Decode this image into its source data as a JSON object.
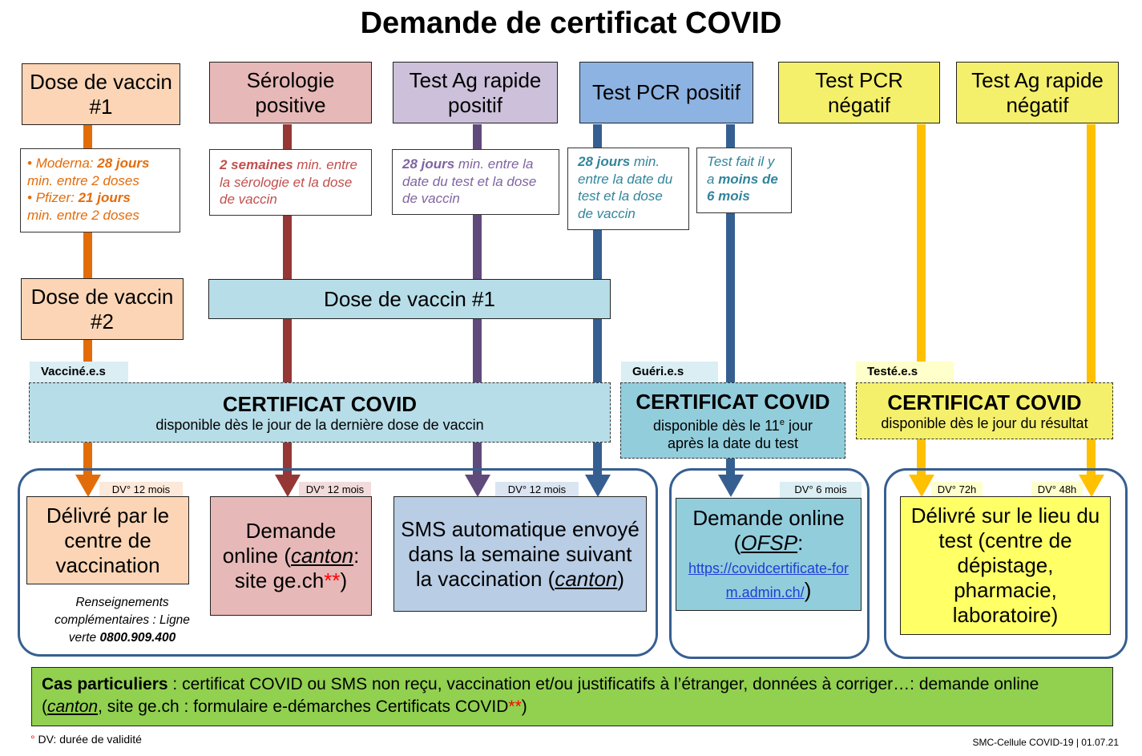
{
  "title": "Demande de certificat COVID",
  "top_boxes": {
    "dose1": "Dose de vaccin #1",
    "serologie": "Sérologie positive",
    "ag_pos": "Test Ag rapide positif",
    "pcr_pos": "Test PCR positif",
    "pcr_neg": "Test PCR négatif",
    "ag_neg": "Test Ag rapide négatif"
  },
  "notes": {
    "moderna_brand": "Moderna: ",
    "moderna_days": "28 jours",
    "moderna_rest": "min. entre 2 doses",
    "pfizer_brand": "Pfizer: ",
    "pfizer_days": "21 jours",
    "pfizer_rest": "min. entre 2 doses",
    "sero_bold": "2 semaines",
    "sero_rest": " min. entre la sérologie et la dose de vaccin",
    "ag_bold": "28 jours",
    "ag_rest": " min. entre la date du test et la dose de vaccin",
    "pcr_bold": "28 jours",
    "pcr_rest": " min. entre la date du test et la dose de vaccin",
    "pcr6_a": "Test fait il y a ",
    "pcr6_bold": "moins de 6 mois"
  },
  "mid_boxes": {
    "dose2": "Dose de vaccin #2",
    "dose1_wide": "Dose de vaccin #1"
  },
  "tags": {
    "vaccines": "Vacciné.e.s",
    "gueris": "Guéri.e.s",
    "testes": "Testé.e.s"
  },
  "certificates": {
    "vacc": {
      "heading": "CERTIFICAT COVID",
      "sub": "disponible dès le jour de la dernière dose de vaccin"
    },
    "gueri": {
      "heading": "CERTIFICAT COVID",
      "sub_a": "disponible dès le 11",
      "sup": "e",
      "sub_b": " jour",
      "sub_c": "après la date du test"
    },
    "teste": {
      "heading": "CERTIFICAT COVID",
      "sub": "disponible dès le jour du résultat"
    }
  },
  "validity": {
    "dv1": "DV° 12 mois",
    "dv2": "DV° 12 mois",
    "dv3": "DV° 12 mois",
    "dv4": "DV° 6 mois",
    "dv5": "DV° 72h",
    "dv6": "DV° 48h"
  },
  "results": {
    "centre": "Délivré par le centre de vaccination",
    "online_a": "Demande online (",
    "online_canton": "canton",
    "online_b": ": site ge.ch",
    "online_star": "**",
    "online_c": ")",
    "sms_a": "SMS automatique envoyé dans la semaine suivant la vaccination (",
    "sms_canton": "canton",
    "sms_b": ")",
    "ofsp_a": "Demande online (",
    "ofsp_name": "OFSP",
    "ofsp_colon": ":",
    "ofsp_link": "https://covidcertificate-form.admin.ch/",
    "ofsp_close": ")",
    "lieu": "Délivré sur le lieu du test (centre de dépistage, pharmacie, laboratoire)"
  },
  "renseignements": {
    "line1": "Renseignements",
    "line2": "complémentaires : Ligne",
    "line3_a": "verte ",
    "line3_num": "0800.909.400"
  },
  "bottom": {
    "bold": "Cas particuliers",
    "text_a": " : certificat COVID ou SMS non reçu, vaccination et/ou justificatifs à l’étranger, données à corriger…: demande online (",
    "canton": "canton",
    "text_b": ", site ge.ch : formulaire e-démarches Certificats COVID",
    "star": "**",
    "text_c": ")"
  },
  "footnote": "° DV: durée de validité",
  "credit": "SMC-Cellule COVID-19 | 01.07.21",
  "colors": {
    "orange": "#e36c0a",
    "darkred": "#953735",
    "purple": "#604a7b",
    "blue": "#365f91",
    "gold": "#ffc000",
    "green": "#92d050"
  }
}
